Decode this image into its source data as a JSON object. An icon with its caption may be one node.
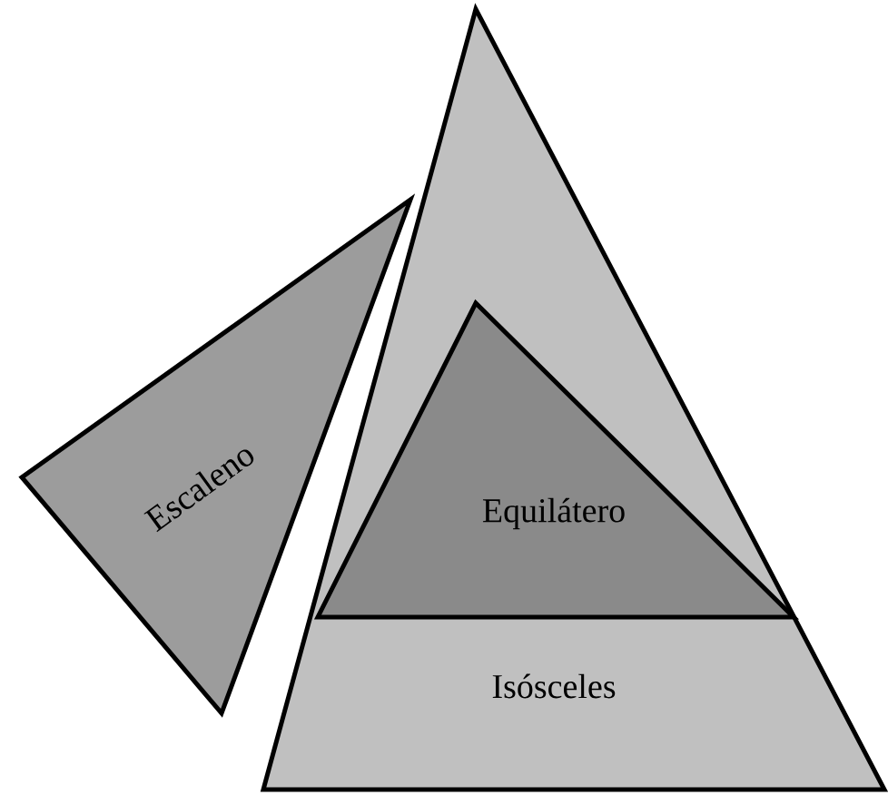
{
  "diagram": {
    "nodes": [
      {
        "text": [
          "Isósceles"
        ]
      },
      {
        "text": [
          "Equilátero"
        ],
        "in": 0
      },
      {
        "text": [
          "Escaleno"
        ]
      }
    ]
  }
}
